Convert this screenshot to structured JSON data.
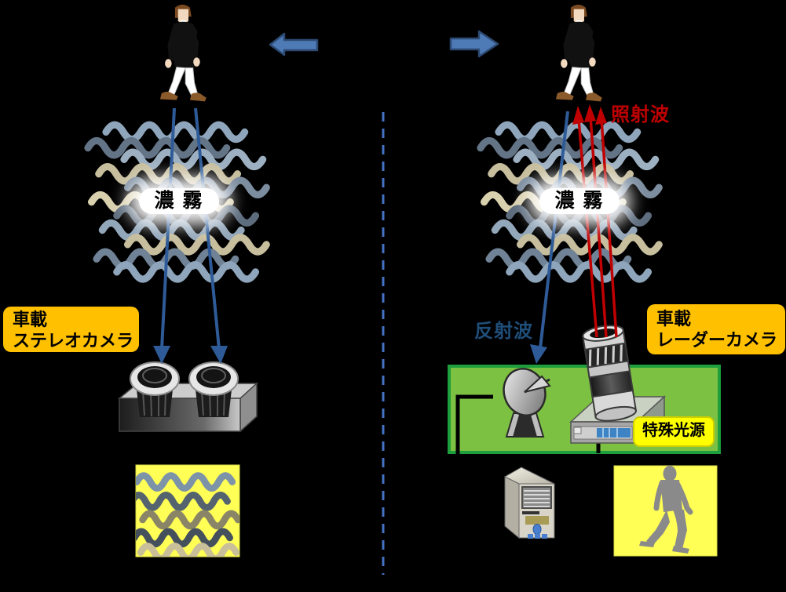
{
  "diagram": {
    "left_panel": {
      "fog_label": "濃 霧",
      "device_label": {
        "line1": "車載",
        "line2": "ステレオカメラ"
      }
    },
    "right_panel": {
      "fog_label": "濃 霧",
      "irradiated_wave_label": "照射波",
      "reflected_wave_label": "反射波",
      "device_label": {
        "line1": "車載",
        "line2": "レーダーカメラ"
      },
      "light_source_label": "特殊光源"
    },
    "colors": {
      "background": "#000000",
      "direction_arrow_fill": "#4E7AB5",
      "direction_arrow_border": "#2C4A73",
      "camera_ray_blue": "#2E5B97",
      "irradiation_red": "#C00000",
      "reflection_text_blue": "#1F4E79",
      "label_orange": "#FFC000",
      "label_yellow": "#FFFF00",
      "platform_green_fill": "#7CC142",
      "platform_green_border": "#1E9E3C",
      "image_yellow": "#FFFF55",
      "divider_blue": "#4472C4"
    }
  }
}
